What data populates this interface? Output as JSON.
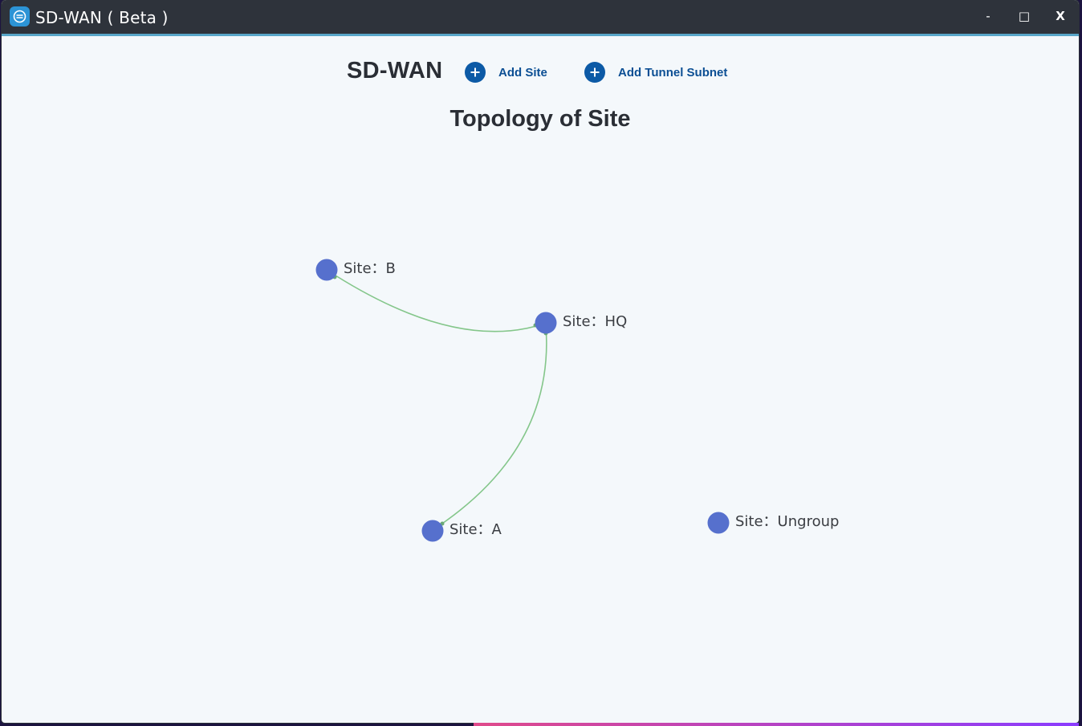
{
  "window": {
    "title": "SD-WAN ( Beta )",
    "controls": {
      "minimize": "-",
      "maximize": "□",
      "close": "X"
    }
  },
  "header": {
    "brand": "SD-WAN",
    "actions": [
      {
        "label": "Add Site",
        "icon": "plus-circle-icon"
      },
      {
        "label": "Add Tunnel Subnet",
        "icon": "plus-circle-icon"
      }
    ]
  },
  "topology": {
    "title": "Topology of Site",
    "nodes": [
      {
        "id": "B",
        "label": "Site：B"
      },
      {
        "id": "HQ",
        "label": "Site：HQ"
      },
      {
        "id": "A",
        "label": "Site：A"
      },
      {
        "id": "Ungroup",
        "label": "Site：Ungroup"
      }
    ],
    "links": [
      {
        "from": "HQ",
        "to": "B"
      },
      {
        "from": "HQ",
        "to": "A"
      }
    ]
  },
  "colors": {
    "node": "#5670cd",
    "link": "#84c68a",
    "accent": "#0c5aa6",
    "titlebar": "#2e333b"
  }
}
